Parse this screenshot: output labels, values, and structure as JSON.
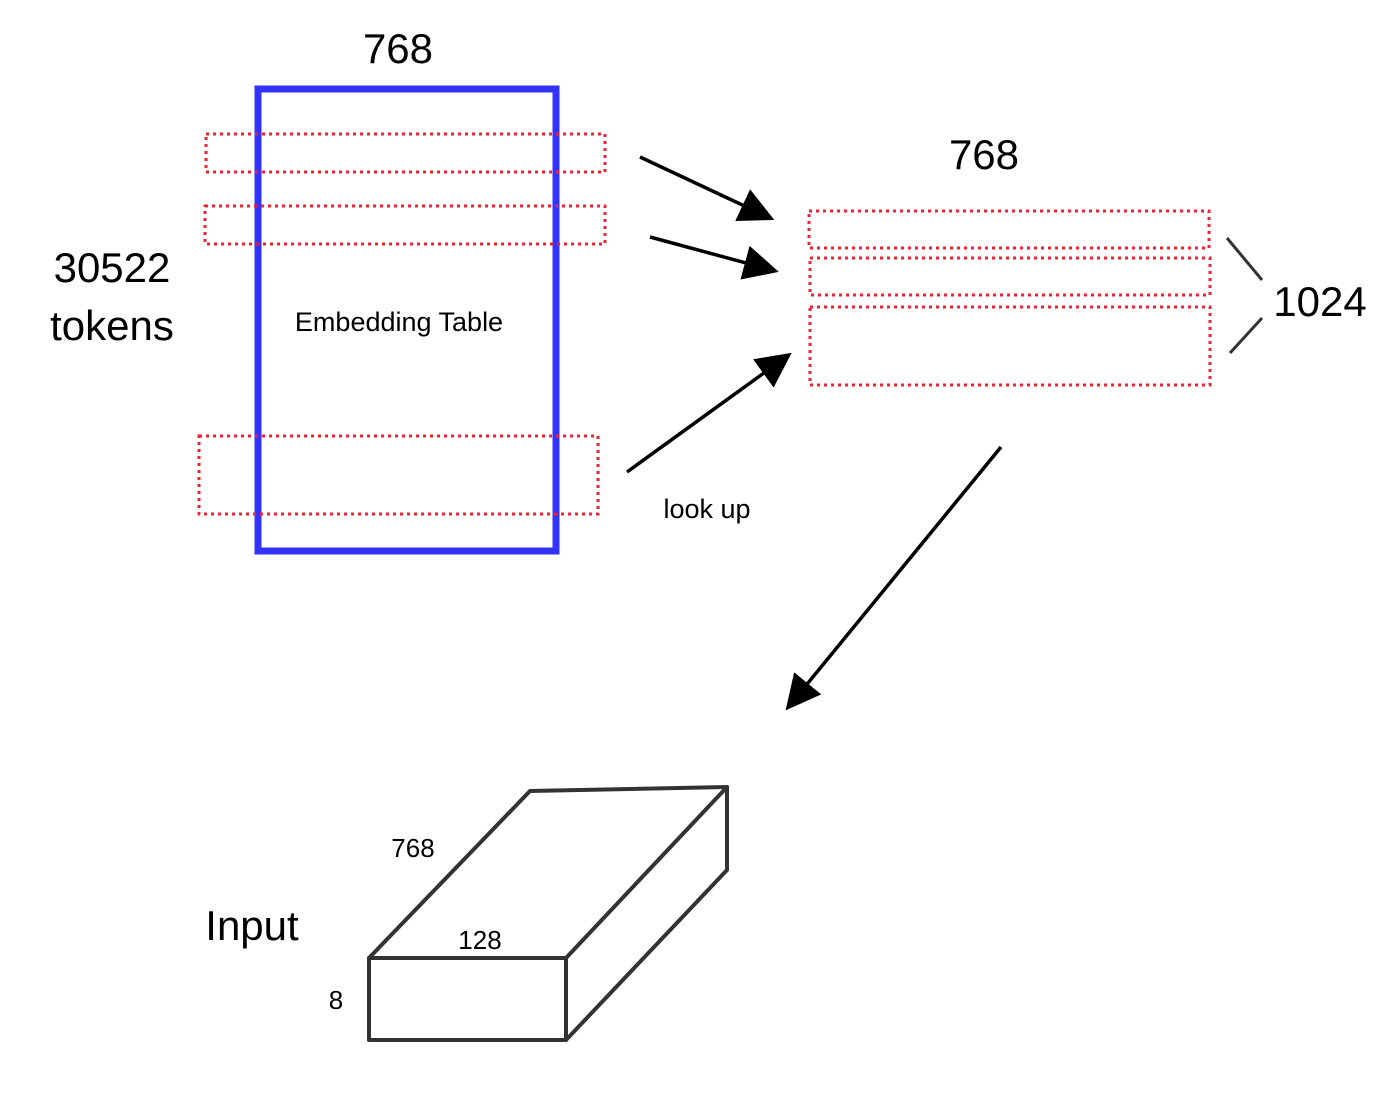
{
  "embedding": {
    "width_label": "768",
    "rows_label_line1": "30522",
    "rows_label_line2": "tokens",
    "table_label": "Embedding Table"
  },
  "lookup": {
    "label": "look up"
  },
  "output": {
    "width_label": "768",
    "rows_label": "1024"
  },
  "input_tensor": {
    "title": "Input",
    "depth_label": "768",
    "width_label": "128",
    "height_label": "8"
  },
  "colors": {
    "table_border": "#3333ff",
    "row_dashed": "#ee2233",
    "arrow": "#000000",
    "box_edges": "#333333",
    "brace": "#333333"
  }
}
